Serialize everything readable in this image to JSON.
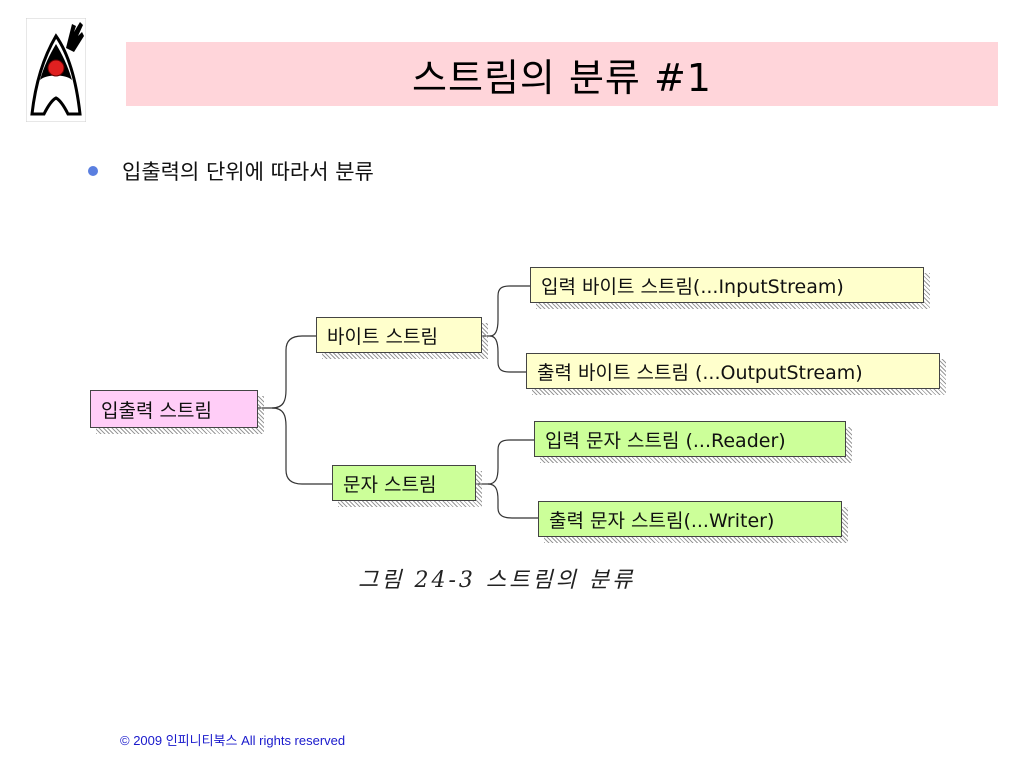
{
  "slide": {
    "title": "스트림의 분류 #1",
    "bullet": "입출력의 단위에 따라서 분류",
    "caption": "그림 24-3  스트림의 분류",
    "footer": "© 2009 인피니티북스  All rights reserved"
  },
  "diagram": {
    "root": "입출력 스트림",
    "byte_stream": "바이트 스트림",
    "char_stream": "문자 스트림",
    "byte_input": "입력 바이트 스트림(...InputStream)",
    "byte_output": "출력 바이트 스트림 (...OutputStream)",
    "char_input": "입력 문자 스트림 (...Reader)",
    "char_output": "출력 문자 스트림(...Writer)"
  },
  "colors": {
    "title_bar": "#ffd5da",
    "bullet": "#5a7fe0",
    "root_fill": "#ffcdf7",
    "byte_fill": "#ffffcc",
    "char_fill": "#ccff99",
    "footer_text": "#1a1acc"
  },
  "icons": {
    "logo": "java-duke-icon"
  }
}
